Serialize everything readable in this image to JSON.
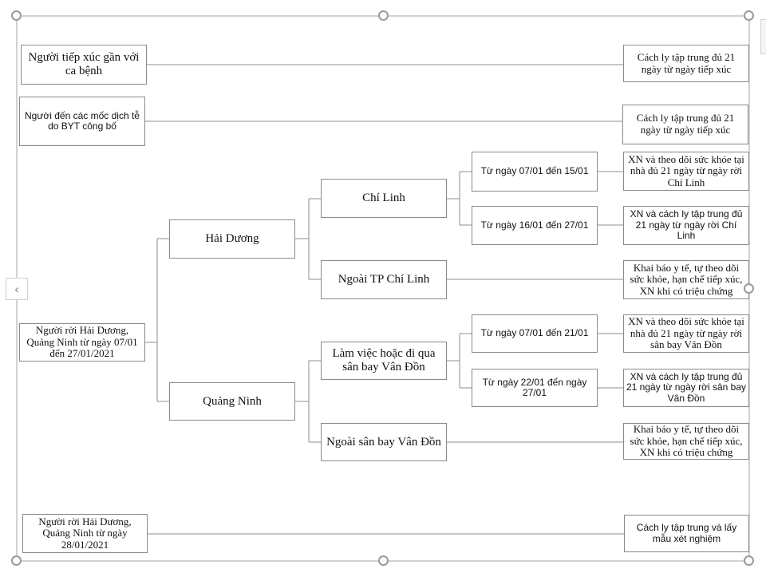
{
  "nav": {
    "prev_glyph": "‹"
  },
  "nodes": {
    "contact": "Người tiếp xúc gần với ca bệnh",
    "contact_action": "Cách ly tập trung đủ 21 ngày từ ngày tiếp xúc",
    "byt_sites": "Người đến các mốc dịch tễ do BYT công bố",
    "byt_sites_action": "Cách ly tập trung đủ 21 ngày từ ngày tiếp xúc",
    "left_before": "Người rời Hải Dương, Quảng Ninh từ ngày 07/01 đến 27/01/2021",
    "hai_duong": "Hải Dương",
    "quang_ninh": "Quảng Ninh",
    "chi_linh": "Chí Linh",
    "outside_chi_linh": "Ngoài TP Chí Linh",
    "van_don": "Làm việc hoặc đi qua sân bay Vân Đồn",
    "outside_van_don": "Ngoài sân bay Vân Đồn",
    "cl_period1": "Từ ngày 07/01 đến 15/01",
    "cl_period2": "Từ ngày 16/01 đến 27/01",
    "vd_period1": "Từ ngày 07/01 đến 21/01",
    "vd_period2": "Từ ngày 22/01 đến ngày 27/01",
    "cl_action1": "XN và theo dõi sức khỏe tại nhà đủ 21 ngày từ ngày rời Chí Linh",
    "cl_action2": "XN và cách ly tập trung đủ 21 ngày từ ngày rời Chí Linh",
    "outside_cl_action": "Khai báo y tế, tự theo dõi sức khỏe, hạn chế tiếp xúc, XN khi có triệu chứng",
    "vd_action1": "XN và theo dõi sức khỏe tại nhà đủ 21 ngày từ ngày rời sân bay Vân Đồn",
    "vd_action2": "XN và cách ly tập trung đủ 21 ngày từ ngày rời  sân bay Vân Đồn",
    "outside_vd_action": "Khai báo y tế, tự theo dõi sức khỏe, hạn chế tiếp xúc, XN khi có triệu chứng",
    "left_after": "Người rời Hải Dương, Quảng Ninh từ ngày 28/01/2021",
    "left_after_action": "Cách ly tập trung và lấy mẫu xét nghiệm"
  }
}
